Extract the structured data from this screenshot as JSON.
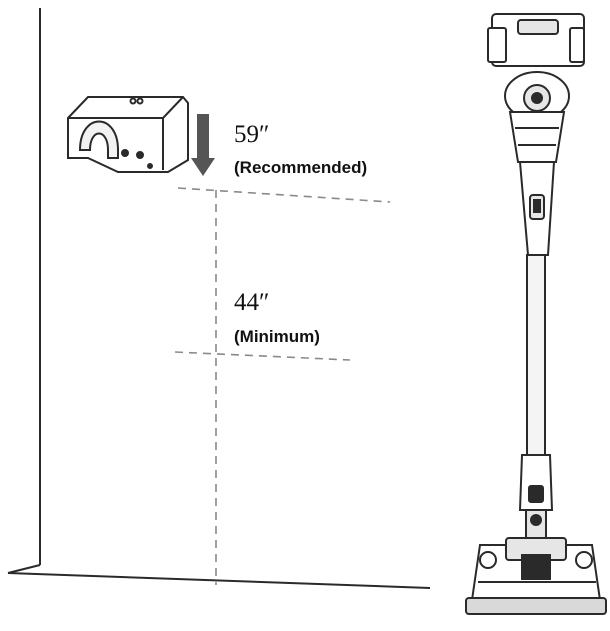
{
  "recommended": {
    "height": "59″",
    "note": "(Recommended)"
  },
  "minimum": {
    "height": "44″",
    "note": "(Minimum)"
  },
  "colors": {
    "line": "#2a2a2a",
    "dash": "#8a8a8a",
    "arrow": "#555555",
    "fill": "#d9d9d9"
  }
}
